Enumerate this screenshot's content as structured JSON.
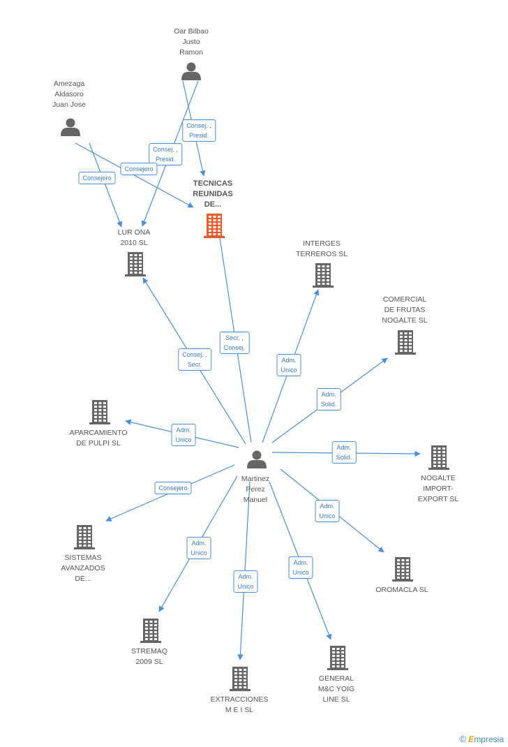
{
  "colors": {
    "edge": "#4a90d9",
    "building": "#666666",
    "focus_building": "#f15a24",
    "person": "#666666"
  },
  "nodes": [
    {
      "id": "oar",
      "type": "person",
      "label": "Oar Bilbao\nJusto\nRamon"
    },
    {
      "id": "amezaga",
      "type": "person",
      "label": "Amezaga\nAldasoro\nJuan Jose"
    },
    {
      "id": "tecnicas",
      "type": "company",
      "focus": true,
      "label": "TECNICAS\nREUNIDAS\nDE..."
    },
    {
      "id": "lurona",
      "type": "company",
      "label": "LUR ONA\n2010 SL"
    },
    {
      "id": "interges",
      "type": "company",
      "label": "INTERGES\nTERREROS SL"
    },
    {
      "id": "comercial",
      "type": "company",
      "label": "COMERCIAL\nDE FRUTAS\nNOGALTE SL"
    },
    {
      "id": "aparcamiento",
      "type": "company",
      "label": "APARCAMIENTO\nDE PULPI SL"
    },
    {
      "id": "martinez",
      "type": "person",
      "label": "Martinez\nPerez\nManuel"
    },
    {
      "id": "nogalte",
      "type": "company",
      "label": "NOGALTE\nIMPORT-\nEXPORT SL"
    },
    {
      "id": "sistemas",
      "type": "company",
      "label": "SISTEMAS\nAVANZADOS\nDE..."
    },
    {
      "id": "oromacla",
      "type": "company",
      "label": "OROMACLA SL"
    },
    {
      "id": "stremaq",
      "type": "company",
      "label": "STREMAQ\n2009 SL"
    },
    {
      "id": "extracciones",
      "type": "company",
      "label": "EXTRACCIONES\nM E I SL"
    },
    {
      "id": "general",
      "type": "company",
      "label": "GENERAL\nM&C YOIG\nLINE SL"
    }
  ],
  "edges": [
    {
      "from": "oar",
      "to": "tecnicas",
      "label": "Consej. ,\nPresid."
    },
    {
      "from": "oar",
      "to": "lurona",
      "label": "Consej. ,\nPresid."
    },
    {
      "from": "amezaga",
      "to": "tecnicas",
      "label": "Consejero"
    },
    {
      "from": "amezaga",
      "to": "lurona",
      "label": "Consejero"
    },
    {
      "from": "martinez",
      "to": "tecnicas",
      "label": "Secr. ,\nConsej."
    },
    {
      "from": "martinez",
      "to": "lurona",
      "label": "Consej. ,\nSecr."
    },
    {
      "from": "martinez",
      "to": "interges",
      "label": "Adm.\nUnico"
    },
    {
      "from": "martinez",
      "to": "comercial",
      "label": "Adm.\nSolid."
    },
    {
      "from": "martinez",
      "to": "aparcamiento",
      "label": "Adm.\nUnico"
    },
    {
      "from": "martinez",
      "to": "nogalte",
      "label": "Adm.\nSolid."
    },
    {
      "from": "martinez",
      "to": "sistemas",
      "label": "Consejero"
    },
    {
      "from": "martinez",
      "to": "oromacla",
      "label": "Adm.\nUnico"
    },
    {
      "from": "martinez",
      "to": "stremaq",
      "label": "Adm.\nUnico"
    },
    {
      "from": "martinez",
      "to": "extracciones",
      "label": "Adm.\nUnico"
    },
    {
      "from": "martinez",
      "to": "general",
      "label": "Adm.\nUnico"
    }
  ],
  "footer": {
    "copyright_symbol": "©",
    "brand_first": "E",
    "brand_rest": "mpresia"
  }
}
